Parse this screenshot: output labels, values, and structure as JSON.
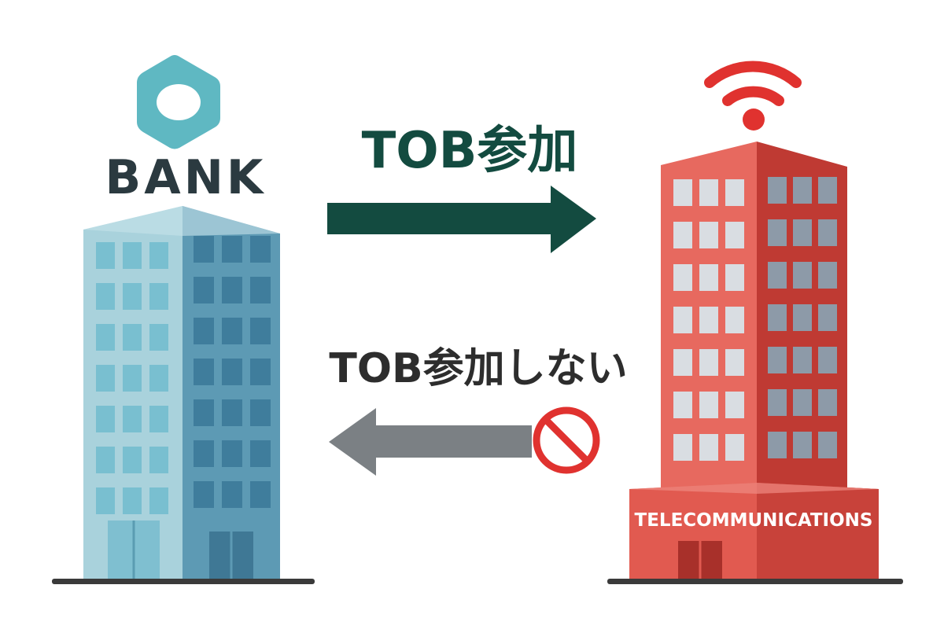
{
  "bank": {
    "label": "BANK",
    "logo_icon": "hexagon-logo-icon"
  },
  "telecom": {
    "label": "TELECOMMUNICATIONS",
    "antenna_icon": "wifi-signal-icon"
  },
  "arrows": {
    "participate_label": "TOB参加",
    "not_participate_label": "TOB参加しない",
    "prohibited_icon": "prohibited-icon"
  },
  "colors": {
    "bank_logo": "#5fb8c2",
    "bank_text": "#2b3a40",
    "arrow_green": "#134b40",
    "arrow_gray": "#7b8084",
    "telecom_red": "#d9453d",
    "signal_red": "#e0322f",
    "ground": "#3a3a3a"
  }
}
